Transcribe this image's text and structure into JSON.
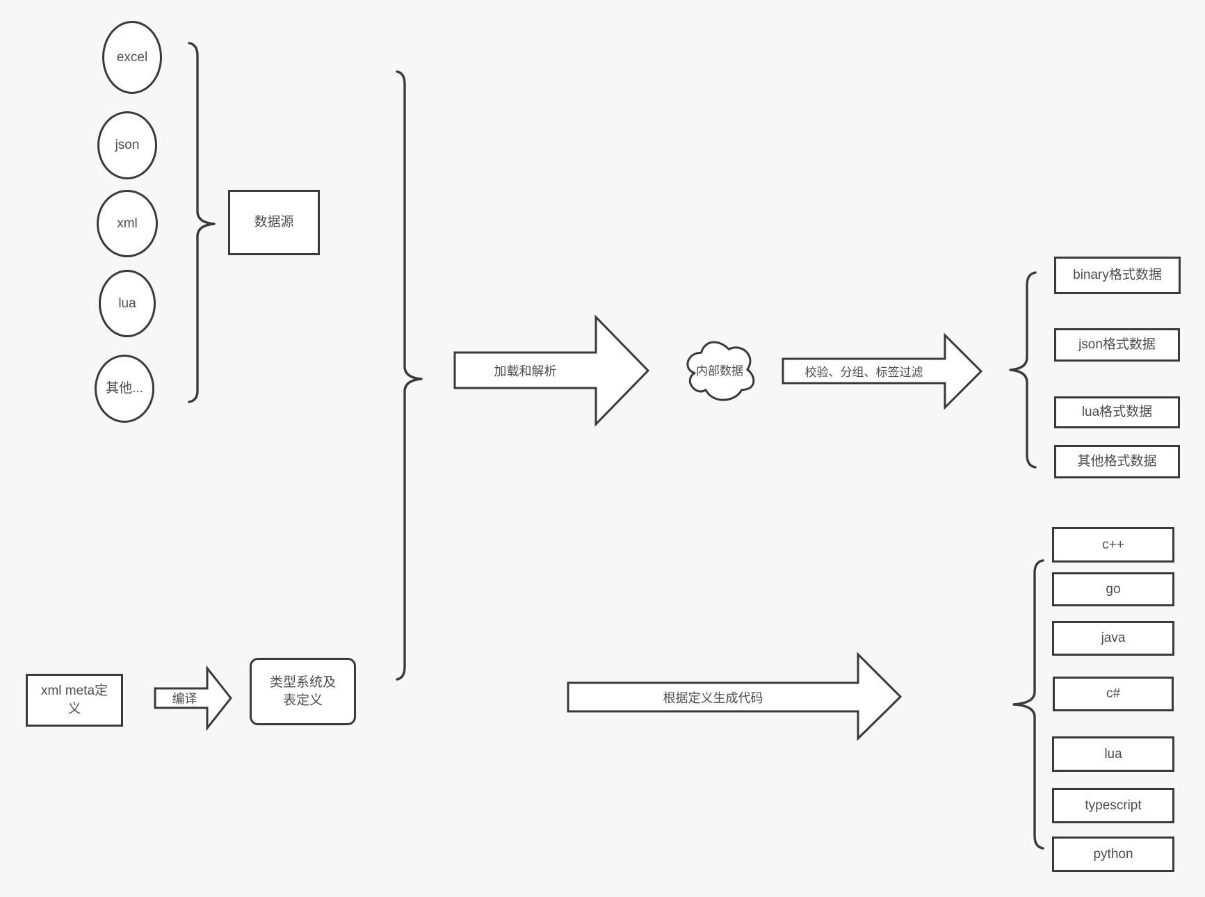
{
  "colors": {
    "background": "#f7f7f7",
    "stroke": "#3a3a3a",
    "text": "#4d4d4d",
    "shape_fill": "#ffffff"
  },
  "source_nodes": [
    {
      "label": "excel"
    },
    {
      "label": "json"
    },
    {
      "label": "xml"
    },
    {
      "label": "lua"
    },
    {
      "label": "其他..."
    }
  ],
  "data_source_box": {
    "label": "数据源"
  },
  "load_arrow": {
    "label": "加载和解析"
  },
  "internal_data_cloud": {
    "label": "内部数据"
  },
  "filter_arrow": {
    "label": "校验、分组、标签过滤"
  },
  "format_boxes": [
    {
      "label": "binary格式数据"
    },
    {
      "label": "json格式数据"
    },
    {
      "label": "lua格式数据"
    },
    {
      "label": "其他格式数据"
    }
  ],
  "meta_box": {
    "label": "xml meta定义"
  },
  "compile_arrow": {
    "label": "编译"
  },
  "type_system_box": {
    "label": "类型系统及表定义"
  },
  "codegen_arrow": {
    "label": "根据定义生成代码"
  },
  "language_boxes": [
    {
      "label": "c++"
    },
    {
      "label": "go"
    },
    {
      "label": "java"
    },
    {
      "label": "c#"
    },
    {
      "label": "lua"
    },
    {
      "label": "typescript"
    },
    {
      "label": "python"
    }
  ]
}
